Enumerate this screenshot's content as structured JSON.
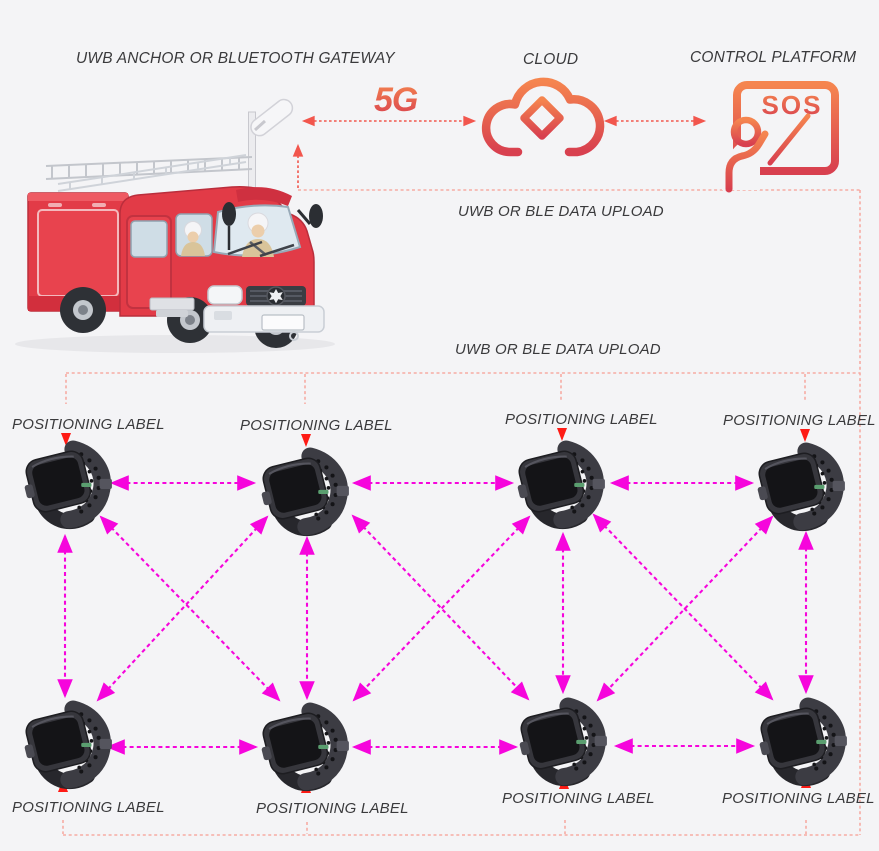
{
  "colors": {
    "background": "#f4f4f6",
    "magenta_link": "#f605dc",
    "red_pin": "#fe1b15",
    "red_link": "#f2564d",
    "salmon_bus": "#f6aba4",
    "icon_gradient_top": "#f5854f",
    "icon_gradient_bottom": "#d8404f",
    "text": "#3a3a3c"
  },
  "header": {
    "gateway_title": "UWB ANCHOR OR BLUETOOTH GATEWAY",
    "cloud_title": "CLOUD",
    "control_platform_title": "CONTROL PLATFORM",
    "network_badge": "5G",
    "sos_text": "SOS"
  },
  "upload": {
    "line1_label": "UWB OR BLE DATA UPLOAD",
    "line2_label": "UWB OR BLE DATA UPLOAD"
  },
  "tags": {
    "top": [
      {
        "label": "POSITIONING LABEL"
      },
      {
        "label": "POSITIONING LABEL"
      },
      {
        "label": "POSITIONING LABEL"
      },
      {
        "label": "POSITIONING LABEL"
      }
    ],
    "bottom": [
      {
        "label": "POSITIONING LABEL"
      },
      {
        "label": "POSITIONING LABEL"
      },
      {
        "label": "POSITIONING LABEL"
      },
      {
        "label": "POSITIONING LABEL"
      }
    ]
  },
  "icons": {
    "antenna": "antenna-icon",
    "fire_truck": "fire-truck-illustration",
    "cloud": "cloud-icon",
    "control_platform": "sos-presentation-board-icon",
    "smartwatch": "smartwatch-positioning-tag-icon"
  }
}
